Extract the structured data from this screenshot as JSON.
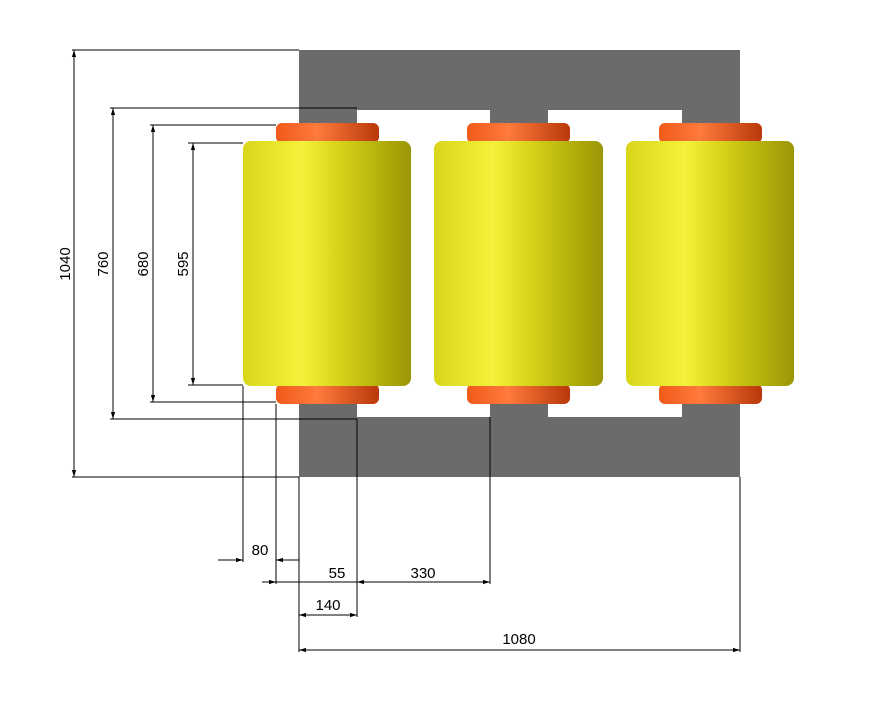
{
  "colors": {
    "core": "#6b6b6b",
    "coil_light": "#f4f23a",
    "coil_mid": "#d9d61a",
    "coil_dark": "#9a9605",
    "flange_light": "#ff7a3c",
    "flange_mid": "#f05a1a",
    "flange_dark": "#b8380a",
    "dimension": "#000000"
  },
  "dimensions": {
    "overall_height": "1040",
    "outer_winding_height": "760",
    "inner_winding_height": "680",
    "coil_height": "595",
    "coil_offset": "80",
    "window_gap": "55",
    "window_width": "330",
    "limb_width": "140",
    "overall_width": "1080"
  }
}
